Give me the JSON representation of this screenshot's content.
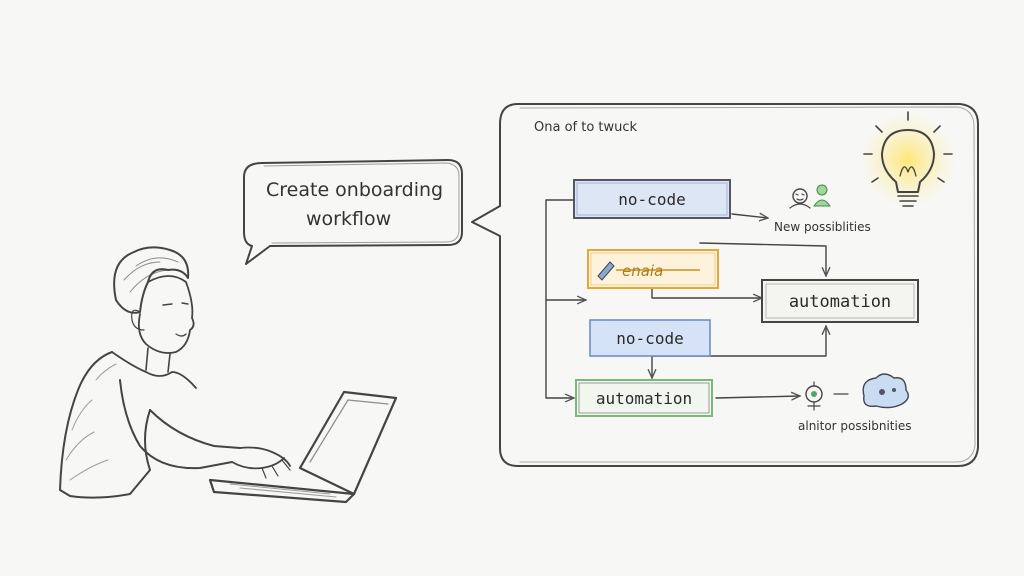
{
  "speech": {
    "line1": "Create onboarding",
    "line2": "workflow"
  },
  "panel": {
    "title": "Ona of to twuck"
  },
  "nodes": {
    "nocode_top": "no-code",
    "scribble": "enaia",
    "automation_right": "automation",
    "nocode_mid": "no-code",
    "automation_bottom": "automation"
  },
  "annotations": {
    "new_possibilities": "New possiblities",
    "alter_possibilities": "alnitor possibnities"
  },
  "colors": {
    "background": "#f7f7f5",
    "nocode_top_fill": "#dde6f5",
    "scribble_border": "#e2a83a",
    "nocode_mid_fill": "#d6e2f6",
    "automation_bottom_border": "#7cb77c",
    "bulb_glow": "#ffd84a"
  }
}
